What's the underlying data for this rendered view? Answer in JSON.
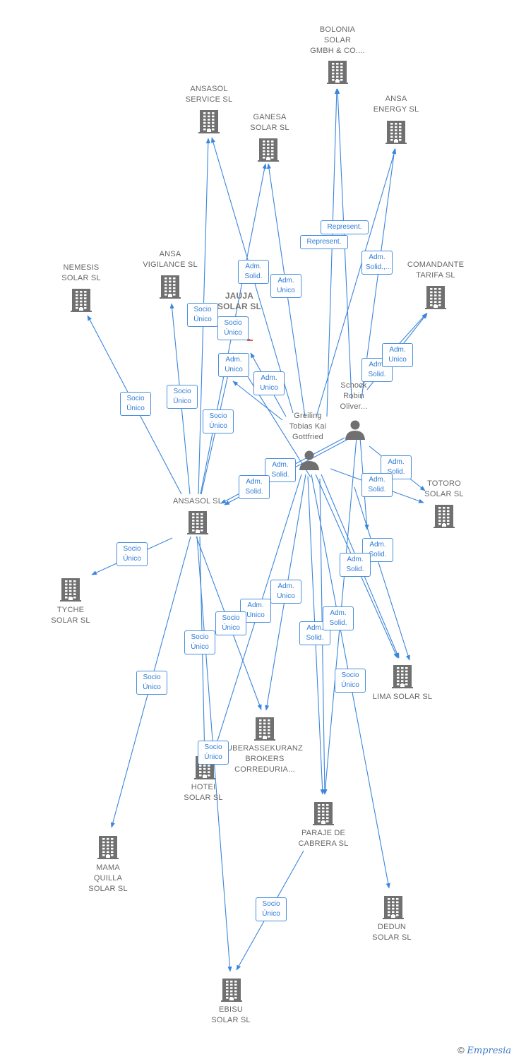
{
  "colors": {
    "edge": "#3b86db",
    "icon": "#707070",
    "label": "#666666",
    "highlight": "#e8573e"
  },
  "nodes": {
    "bolonia": {
      "label": "BOLONIA\nSOLAR\nGMBH & CO...."
    },
    "ansasol_service": {
      "label": "ANSASOL\nSERVICE SL"
    },
    "ganesa": {
      "label": "GANESA\nSOLAR SL"
    },
    "ansa_energy": {
      "label": "ANSA\nENERGY SL"
    },
    "nemesis": {
      "label": "NEMESIS\nSOLAR SL"
    },
    "ansa_vigilance": {
      "label": "ANSA\nVIGILANCE SL"
    },
    "jauja": {
      "label": "JAUJA\nSOLAR SL"
    },
    "comandante": {
      "label": "COMANDANTE\nTARIFA SL"
    },
    "schock": {
      "label": "Schock\nRobin\nOliver..."
    },
    "greiling": {
      "label": "Greiling\nTobias Kai\nGottfried"
    },
    "ansasol": {
      "label": "ANSASOL SL"
    },
    "totoro": {
      "label": "TOTORO\nSOLAR SL"
    },
    "tyche": {
      "label": "TYCHE\nSOLAR SL"
    },
    "lima": {
      "label": "LIMA SOLAR SL"
    },
    "uberassekuranz": {
      "label": "UBERASSEKURANZ\nBROKERS\nCORREDURIA..."
    },
    "hotei": {
      "label": "HOTEI\nSOLAR SL"
    },
    "paraje": {
      "label": "PARAJE DE\nCABRERA SL"
    },
    "mama_quilla": {
      "label": "MAMA\nQUILLA\nSOLAR SL"
    },
    "dedun": {
      "label": "DEDUN\nSOLAR SL"
    },
    "ebisu": {
      "label": "EBISU\nSOLAR SL"
    }
  },
  "edge_labels": [
    "Represent.",
    "Represent.",
    "Adm.\nSolid.,...",
    "Adm.\nSolid.",
    "Adm.\nSolid.",
    "Adm.\nUnico",
    "Socio\nÚnico",
    "Socio\nÚnico",
    "Adm.\nUnico",
    "Adm.\nUnico",
    "Adm.\nSolid.",
    "Adm.\nSolid.",
    "Socio\nÚnico",
    "Socio\nÚnico",
    "Socio\nÚnico",
    "Adm.\nSolid.",
    "Adm.\nSolid.",
    "Adm.\nSolid.",
    "Adm.\nSolid.",
    "Socio\nÚnico",
    "Adm.\nUnico",
    "Adm.\nUnico",
    "Socio\nÚnico",
    "Adm.\nSolid.",
    "Adm.\nSolid.",
    "Adm.\nSolid.",
    "Adm.\nSolid.",
    "Socio\nÚnico",
    "Socio\nÚnico",
    "Socio\nÚnico",
    "Socio\nÚnico",
    "Socio\nÚnico"
  ],
  "footer": {
    "copyright": "©",
    "brand": "Empresia"
  }
}
